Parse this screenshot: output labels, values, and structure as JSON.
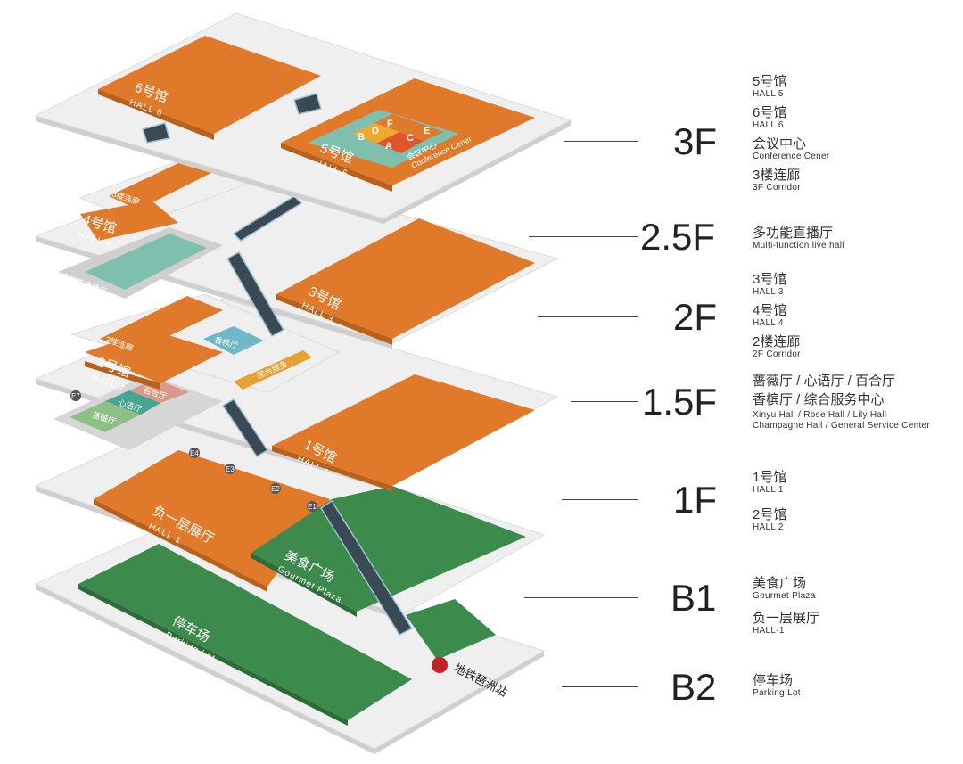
{
  "colors": {
    "hall": "#e07a2a",
    "green_area": "#3c8b4c",
    "teal": "#7fbfae",
    "plate": "#efefef",
    "metro": "#c0222a"
  },
  "map": {
    "hall6": {
      "cn": "6号馆",
      "en": "HALL 6"
    },
    "hall5": {
      "cn": "5号馆",
      "en": "HALL 5"
    },
    "conference": {
      "cn": "会议中心",
      "en": "Conference Cener",
      "blocks": [
        "B",
        "D",
        "F",
        "A",
        "C",
        "E"
      ]
    },
    "corridor3": "3楼连廊",
    "hall4": {
      "cn": "4号馆",
      "en": "HALL 4"
    },
    "livehall": "多功能直播厅",
    "hall3": {
      "cn": "3号馆",
      "en": "HALL 3"
    },
    "corridor2": "2楼连廊",
    "hall2": {
      "cn": "2号馆",
      "en": "HALL 2"
    },
    "lily": "百合厅",
    "xinyu": "心语厅",
    "rose": "蔷薇厅",
    "champagne": "香槟厅",
    "service": "综合服务",
    "hall1": {
      "cn": "1号馆",
      "en": "HALL 1"
    },
    "hallminus1": {
      "cn": "负一层展厅",
      "en": "HALL-1"
    },
    "gourmet": {
      "cn": "美食广场",
      "en": "Gourmet Plaza"
    },
    "parking": {
      "cn": "停车场",
      "en": "Parking Lot"
    },
    "metro": "地铁琶洲站",
    "entrances": [
      "E1",
      "E2",
      "E3",
      "E4",
      "E7"
    ]
  },
  "floors": [
    {
      "label": "3F",
      "items": [
        {
          "cn": "5号馆",
          "en": "HALL 5"
        },
        {
          "cn": "6号馆",
          "en": "HALL 6"
        },
        {
          "cn": "会议中心",
          "en": "Conference Cener"
        },
        {
          "cn": "3楼连廊",
          "en": "3F Corridor"
        }
      ]
    },
    {
      "label": "2.5F",
      "items": [
        {
          "cn": "多功能直播厅",
          "en": "Multi-function live hall"
        }
      ]
    },
    {
      "label": "2F",
      "items": [
        {
          "cn": "3号馆",
          "en": "HALL 3"
        },
        {
          "cn": "4号馆",
          "en": "HALL 4"
        },
        {
          "cn": "2楼连廊",
          "en": "2F Corridor"
        }
      ]
    },
    {
      "label": "1.5F",
      "items": [
        {
          "cn": "蔷薇厅 / 心语厅 / 百合厅",
          "en": "Xinyu Hall / Rose Hall / Lily Hall"
        },
        {
          "cn": "香槟厅 / 综合服务中心",
          "en": "Champagne Hall / General Service Center"
        }
      ]
    },
    {
      "label": "1F",
      "items": [
        {
          "cn": "1号馆",
          "en": "HALL 1"
        },
        {
          "cn": "2号馆",
          "en": "HALL 2"
        }
      ]
    },
    {
      "label": "B1",
      "items": [
        {
          "cn": "美食广场",
          "en": "Gourmet Plaza"
        },
        {
          "cn": "负一层展厅",
          "en": "HALL-1"
        }
      ]
    },
    {
      "label": "B2",
      "items": [
        {
          "cn": "停车场",
          "en": "Parking Lot"
        }
      ]
    }
  ]
}
